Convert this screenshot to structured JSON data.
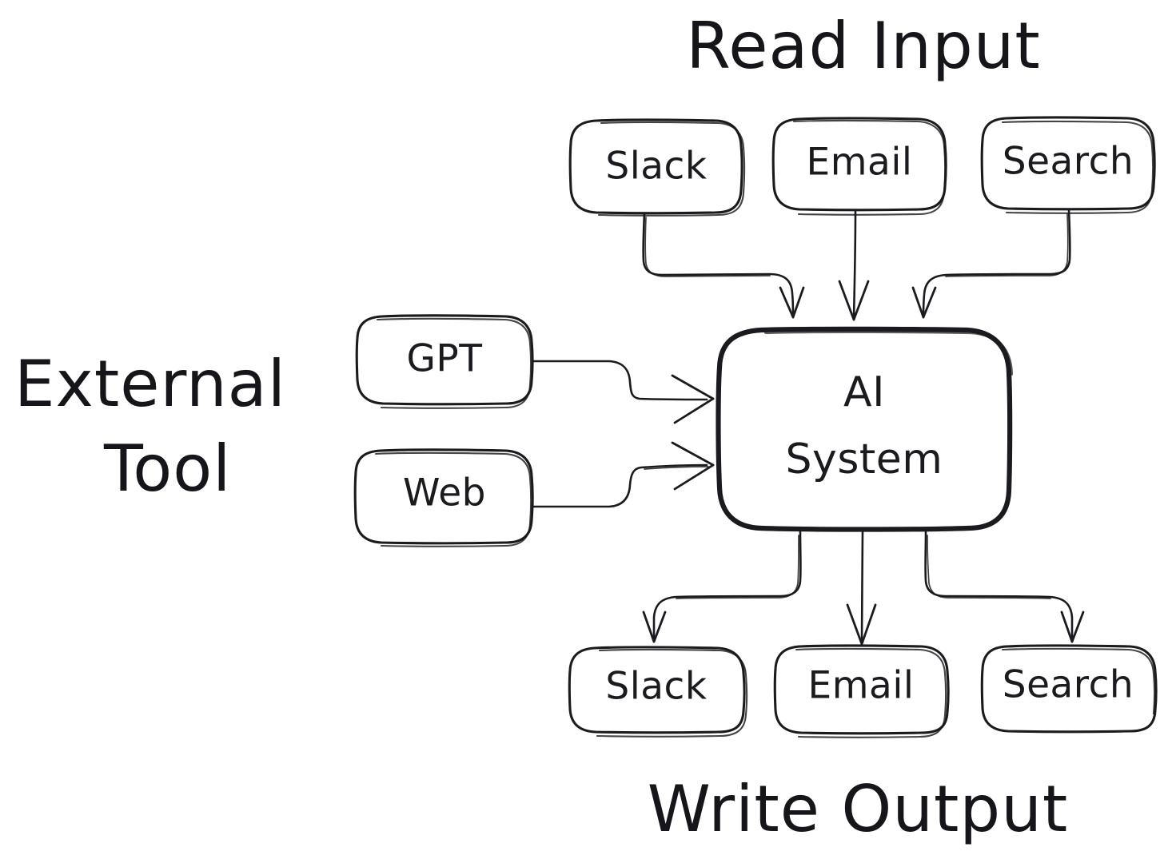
{
  "diagram": {
    "background_color": "#ffffff",
    "stroke_color": "#1b1b1f",
    "style": "hand-drawn-sketch",
    "titles": {
      "read_input": "Read Input",
      "external_tool_line1": "External",
      "external_tool_line2": "Tool",
      "write_output": "Write Output"
    },
    "input_nodes": [
      {
        "id": "input-slack",
        "label": "Slack"
      },
      {
        "id": "input-email",
        "label": "Email"
      },
      {
        "id": "input-search",
        "label": "Search"
      }
    ],
    "tool_nodes": [
      {
        "id": "tool-gpt",
        "label": "GPT"
      },
      {
        "id": "tool-web",
        "label": "Web"
      }
    ],
    "center_node": {
      "id": "ai-system",
      "label_line1": "AI",
      "label_line2": "System"
    },
    "output_nodes": [
      {
        "id": "output-slack",
        "label": "Slack"
      },
      {
        "id": "output-email",
        "label": "Email"
      },
      {
        "id": "output-search",
        "label": "Search"
      }
    ],
    "edges": [
      {
        "from": "input-slack",
        "to": "ai-system"
      },
      {
        "from": "input-email",
        "to": "ai-system"
      },
      {
        "from": "input-search",
        "to": "ai-system"
      },
      {
        "from": "tool-gpt",
        "to": "ai-system"
      },
      {
        "from": "tool-web",
        "to": "ai-system"
      },
      {
        "from": "ai-system",
        "to": "output-slack"
      },
      {
        "from": "ai-system",
        "to": "output-email"
      },
      {
        "from": "ai-system",
        "to": "output-search"
      }
    ]
  }
}
